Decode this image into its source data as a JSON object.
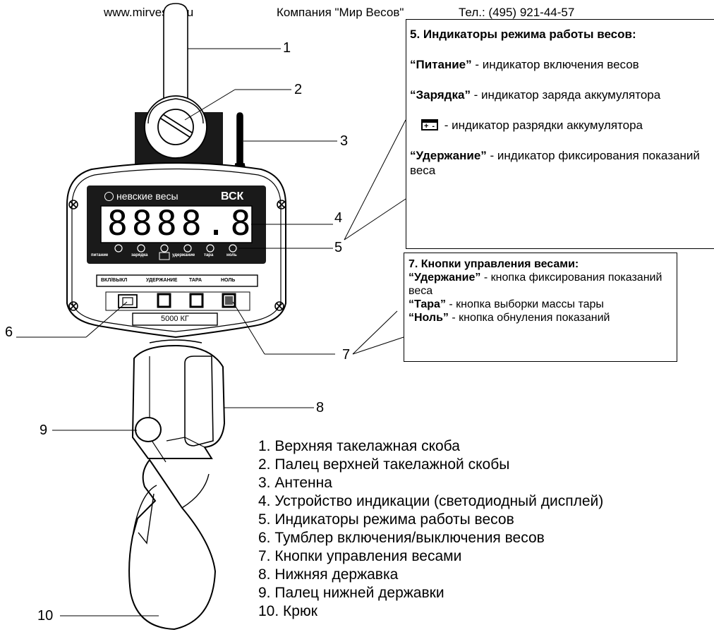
{
  "header": {
    "site": "www.mirvesov.ru",
    "company": "Компания \"Мир Весов\"",
    "phone": "Тел.: (495) 921-44-57"
  },
  "device": {
    "brand": "невские весы",
    "model": "ВСК",
    "display": "8888.8",
    "indicators": [
      "питание",
      "зарядка",
      "удержание",
      "тара",
      "ноль"
    ],
    "buttons": [
      "ВКЛ/ВЫКЛ",
      "УДЕРЖАНИЕ",
      "ТАРА",
      "НОЛЬ"
    ],
    "capacity": "5000 КГ"
  },
  "callouts": [
    "1",
    "2",
    "3",
    "4",
    "5",
    "5",
    "6",
    "7",
    "7",
    "8",
    "9",
    "10"
  ],
  "box5": {
    "title": "5. Индикаторы  режима работы  весов:",
    "items": [
      {
        "key": "“Питание”",
        "desc": " - индикатор включения весов"
      },
      {
        "key": "“Зарядка”",
        "desc": " - индикатор заряда аккумулятора"
      },
      {
        "key": "",
        "desc": " - индикатор разрядки аккумулятора",
        "icon": "battery-icon"
      },
      {
        "key": "“Удержание”",
        "desc": " - индикатор фиксирования показаний веса"
      }
    ]
  },
  "box7": {
    "title": "7. Кнопки управления весами:",
    "items": [
      {
        "key": "“Удержание”",
        "desc": " - кнопка фиксирования показаний веса"
      },
      {
        "key": "“Тара”",
        "desc": " - кнопка выборки массы тары"
      },
      {
        "key": "“Ноль”",
        "desc": " - кнопка обнуления показаний"
      }
    ]
  },
  "legend": [
    "1. Верхняя такелажная скоба",
    "2. Палец верхней такелажной скобы",
    "3. Антенна",
    "4. Устройство индикации (светодиодный дисплей)",
    "5. Индикаторы режима работы весов",
    "6. Тумблер включения/выключения весов",
    "7. Кнопки управления весами",
    "8. Нижняя державка",
    "9. Палец нижней державки",
    "10. Крюк"
  ]
}
